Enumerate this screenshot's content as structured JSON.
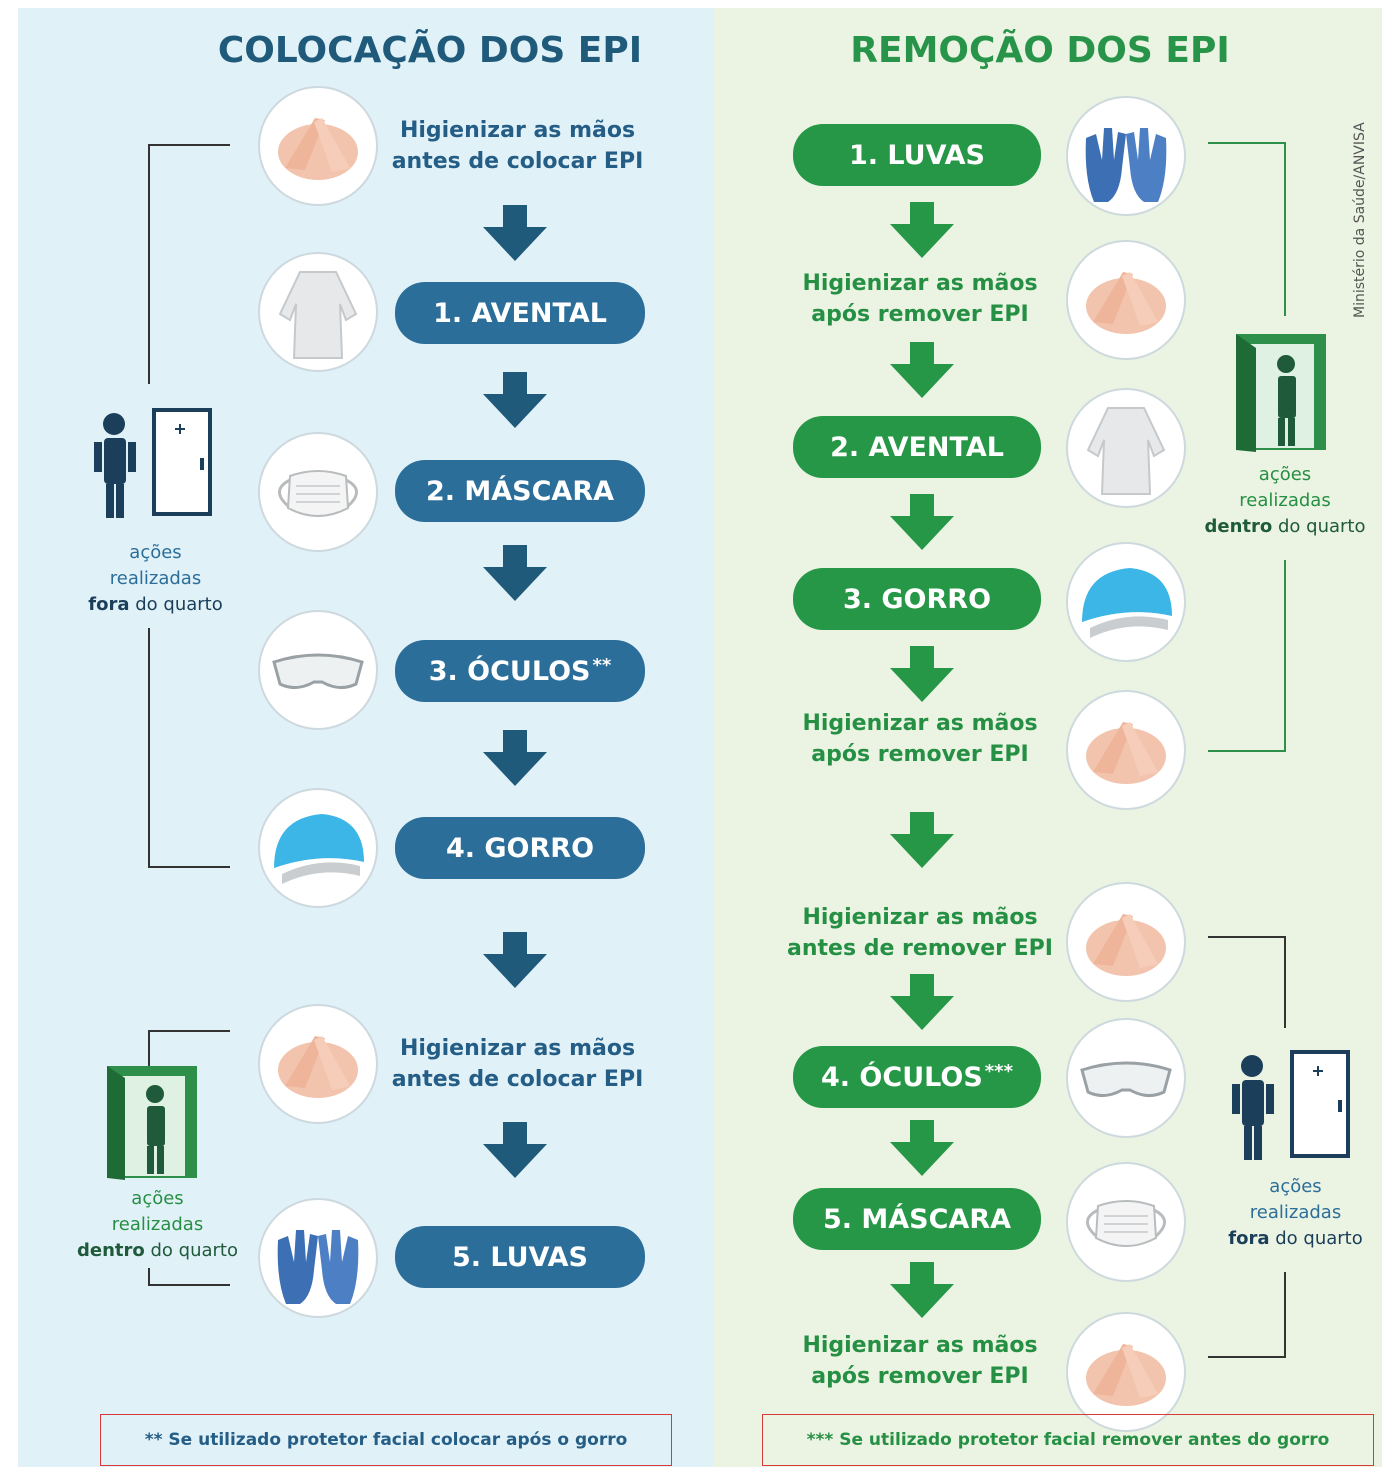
{
  "left": {
    "title": "COLOCAÇÃO DOS EPI",
    "hygiene_before": [
      "Higienizar as mãos",
      "antes de colocar EPI"
    ],
    "steps": [
      {
        "label": "1. AVENTAL",
        "icon": "gown-icon"
      },
      {
        "label": "2. MÁSCARA",
        "icon": "mask-icon"
      },
      {
        "label": "3. ÓCULOS",
        "sup": "**",
        "icon": "goggles-icon"
      },
      {
        "label": "4. GORRO",
        "icon": "cap-icon"
      },
      {
        "label": "5. LUVAS",
        "icon": "gloves-icon"
      }
    ],
    "outside_label": [
      "ações",
      "realizadas",
      "fora",
      "do quarto"
    ],
    "inside_label": [
      "ações",
      "realizadas",
      "dentro",
      "do quarto"
    ],
    "note": "** Se utilizado protetor facial colocar após o gorro"
  },
  "right": {
    "title": "REMOÇÃO DOS EPI",
    "steps": [
      {
        "label": "1. LUVAS",
        "icon": "gloves-icon"
      },
      {
        "label": "2. AVENTAL",
        "icon": "gown-icon"
      },
      {
        "label": "3. GORRO",
        "icon": "cap-icon"
      },
      {
        "label": "4. ÓCULOS",
        "sup": "***",
        "icon": "goggles-icon"
      },
      {
        "label": "5. MÁSCARA",
        "icon": "mask-icon"
      }
    ],
    "hygiene_after": [
      "Higienizar as mãos",
      "após remover EPI"
    ],
    "hygiene_before": [
      "Higienizar as mãos",
      "antes de remover EPI"
    ],
    "inside_label": [
      "ações",
      "realizadas",
      "dentro",
      "do quarto"
    ],
    "outside_label": [
      "ações",
      "realizadas",
      "fora",
      "do quarto"
    ],
    "note": "*** Se utilizado protetor facial remover antes do gorro"
  },
  "credit": "Ministério da Saúde/ANVISA",
  "colors": {
    "blue": "#2b6e9a",
    "green": "#269746",
    "blue_bg": "#e1f1f8",
    "green_bg": "#ebf3e2"
  }
}
